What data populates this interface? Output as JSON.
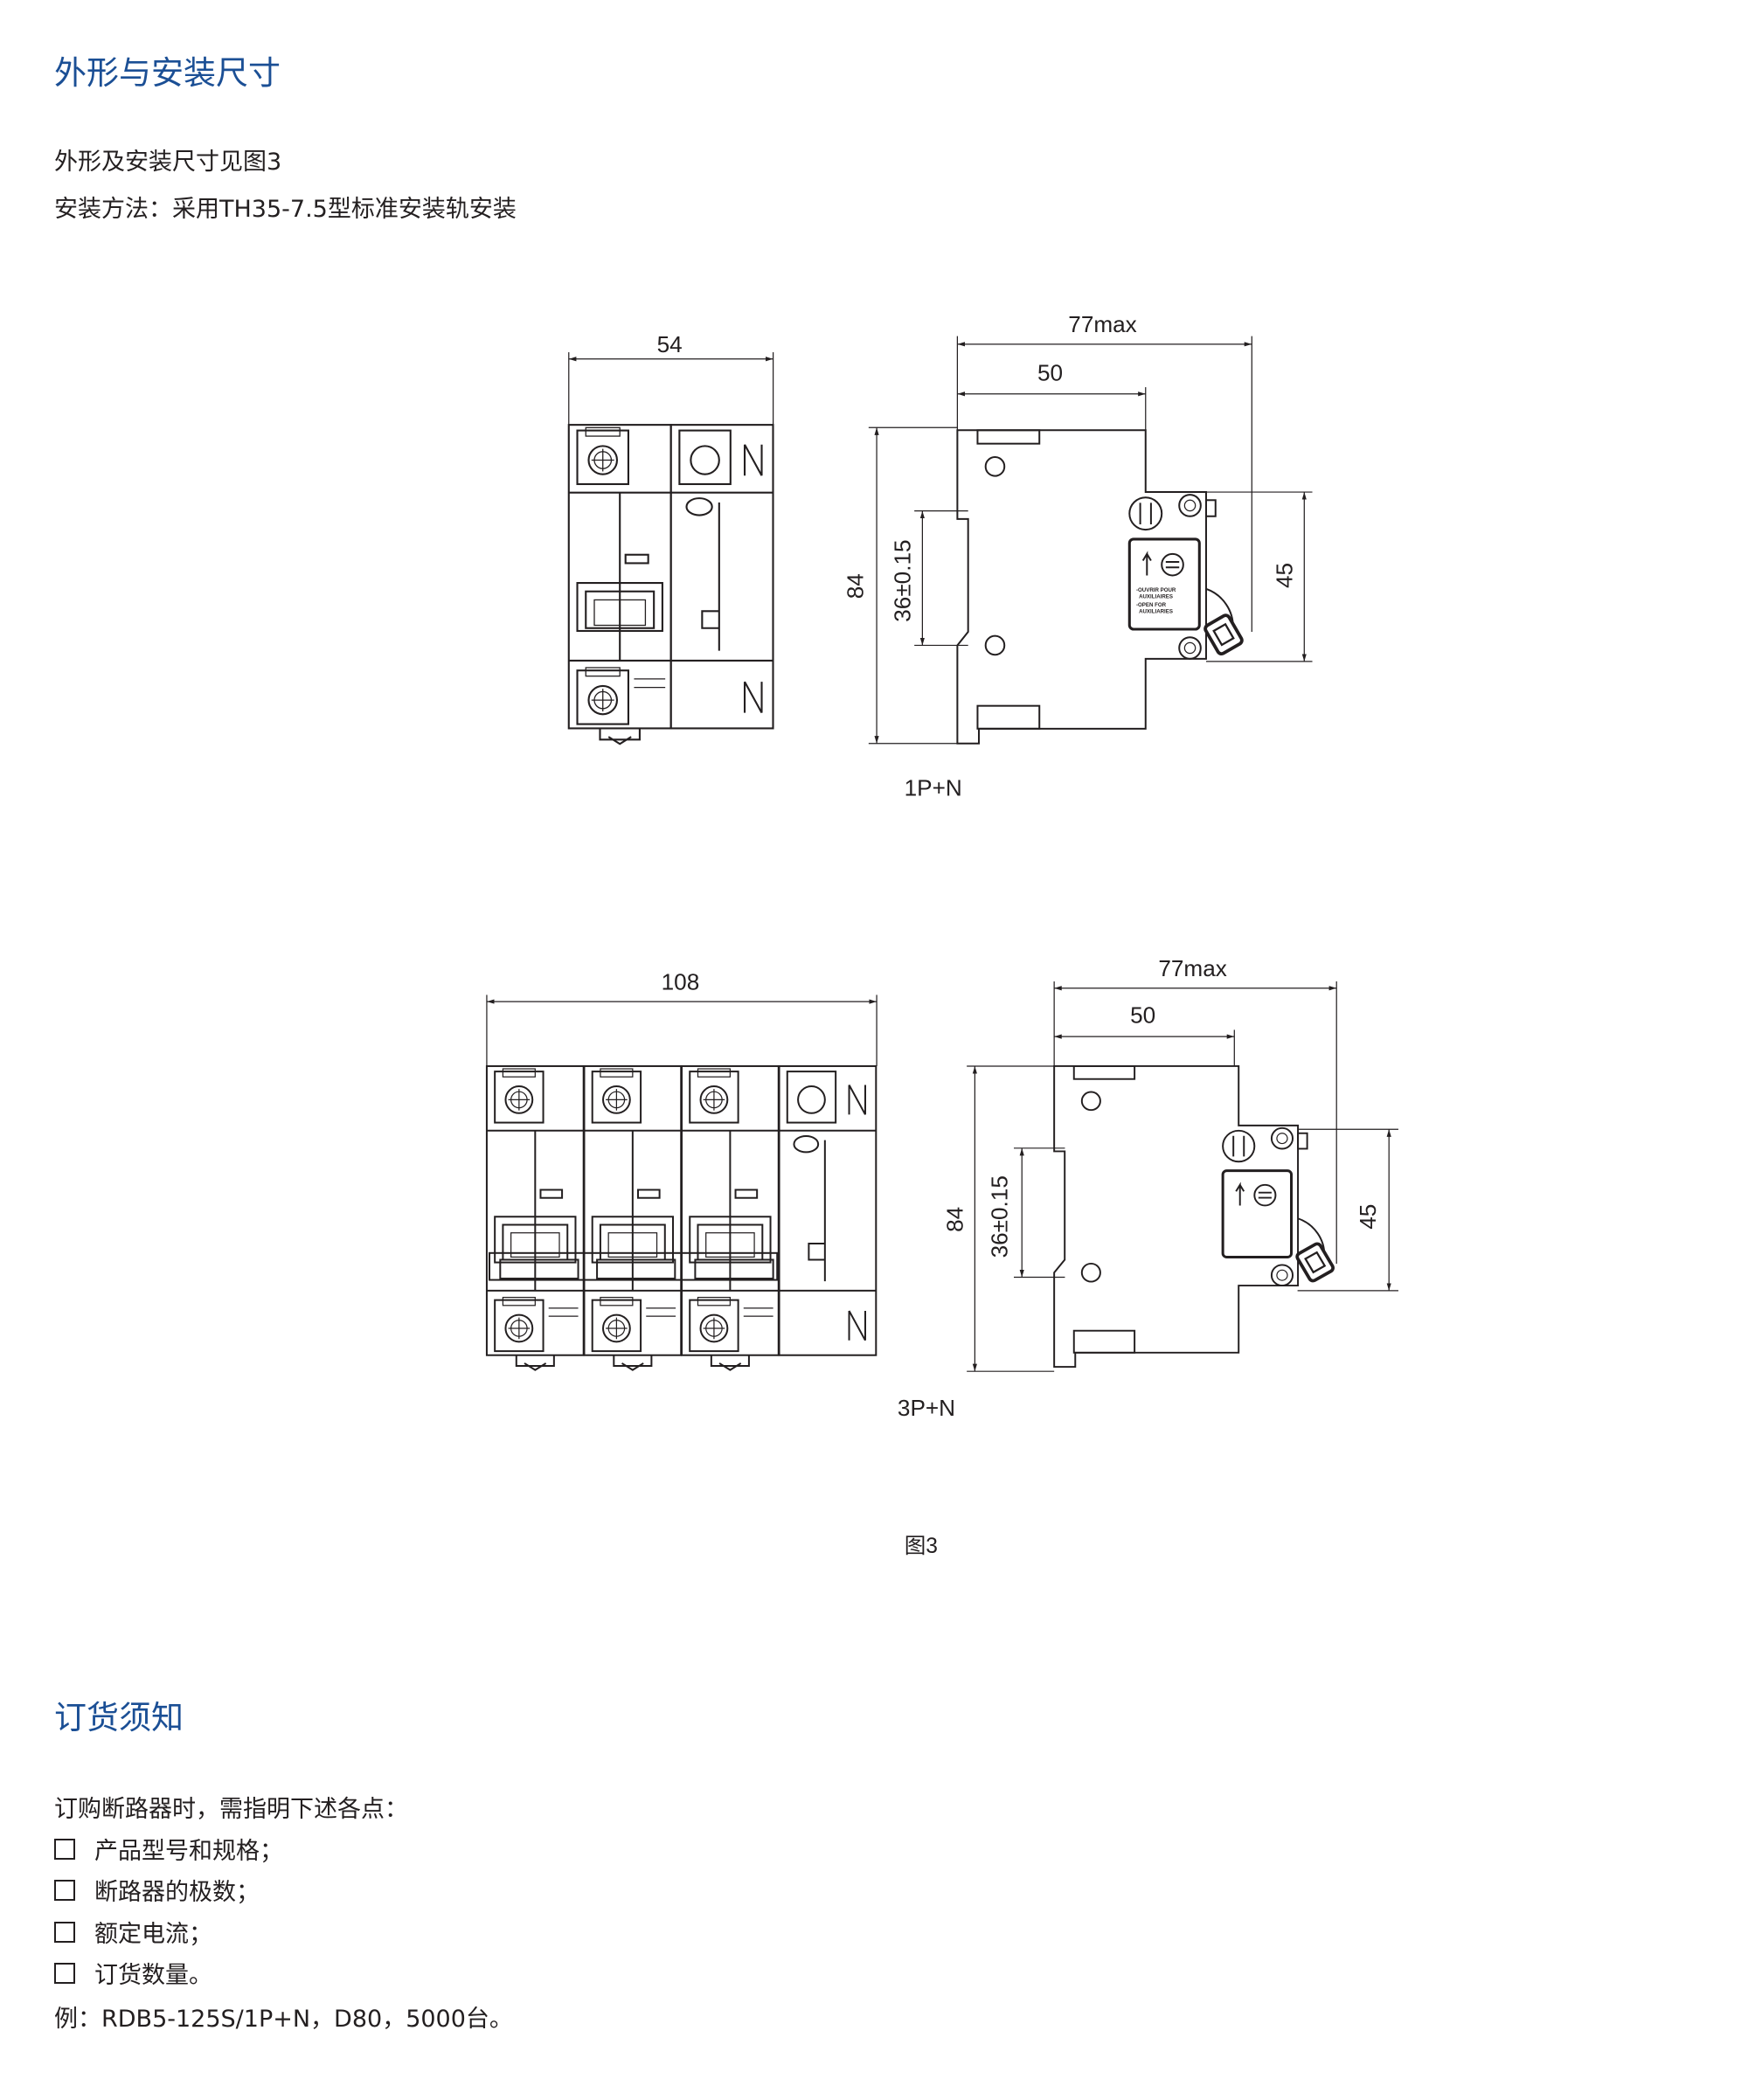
{
  "section1": {
    "title": "外形与安装尺寸",
    "line1": "外形及安装尺寸见图3",
    "line2": "安装方法：采用TH35-7.5型标准安装轨安装"
  },
  "figure": {
    "caption": "图3",
    "view_1p": {
      "label": "1P+N",
      "width": "54",
      "depth_max": "77max",
      "depth": "50",
      "height": "84",
      "rail": "36±0.15",
      "front_height": "45",
      "pole_mark": "N"
    },
    "view_3p": {
      "label": "3P+N",
      "width": "108",
      "depth_max": "77max",
      "depth": "50",
      "height": "84",
      "rail": "36±0.15",
      "front_height": "45",
      "pole_mark": "N"
    },
    "aux_label": [
      "-OUVRIR POUR",
      "AUXILIAIRES",
      "-OPEN FOR",
      "AUXILIARIES"
    ]
  },
  "section2": {
    "title": "订货须知",
    "intro": "订购断路器时，需指明下述各点：",
    "items": [
      "产品型号和规格；",
      "断路器的极数；",
      "额定电流；",
      "订货数量。"
    ],
    "example": "例：RDB5-125S/1P+N，D80，5000台。"
  },
  "colors": {
    "heading": "#1b4f95",
    "text": "#231f20"
  }
}
